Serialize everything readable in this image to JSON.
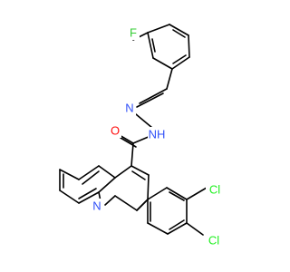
{
  "colors": {
    "carbon_bond": "#000000",
    "F": "#33cc33",
    "O": "#ff0d0d",
    "N": "#3050f8",
    "Cl": "#1ff01f"
  },
  "atoms": {
    "F": "F",
    "O": "O",
    "N": "N",
    "NH": "NH",
    "N_ring": "N",
    "Cl1": "Cl",
    "Cl2": "Cl"
  }
}
